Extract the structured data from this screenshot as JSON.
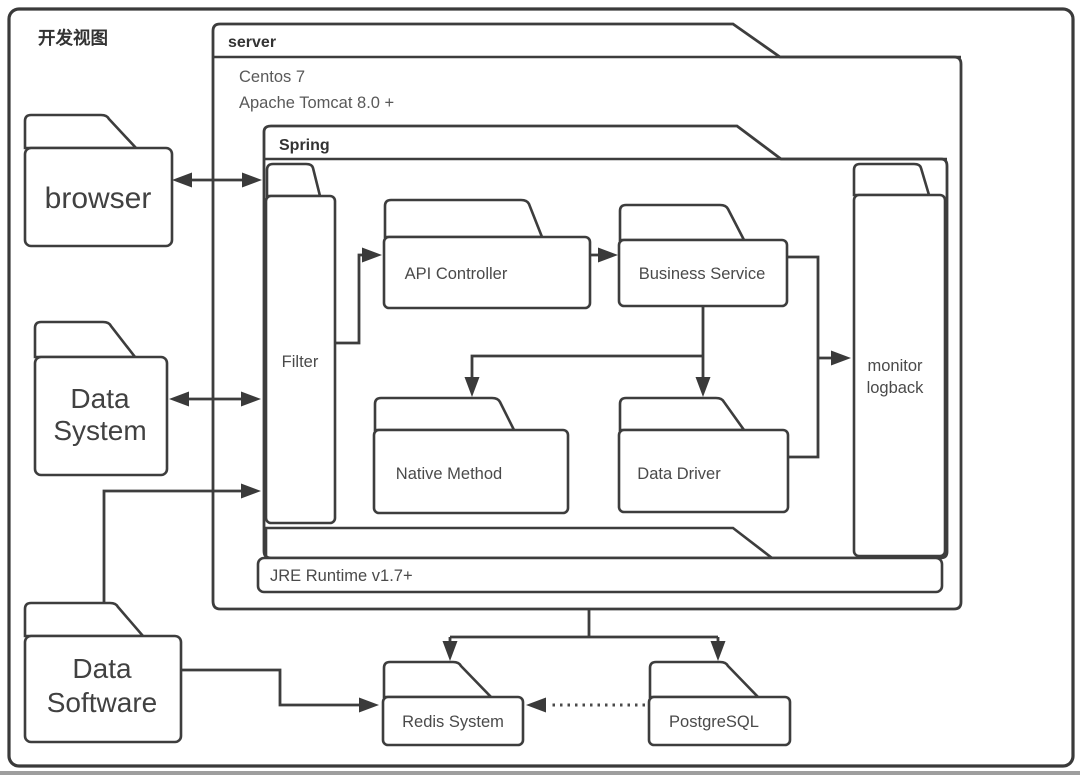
{
  "diagram": {
    "title": "开发视图",
    "server": {
      "label": "server",
      "env": [
        "Centos 7",
        "Apache Tomcat 8.0 +"
      ]
    },
    "spring": {
      "label": "Spring"
    },
    "jre": {
      "label": "JRE Runtime v1.7+"
    },
    "nodes": {
      "browser": {
        "label": "browser"
      },
      "data_system": {
        "lines": [
          "Data",
          "System"
        ]
      },
      "data_software": {
        "lines": [
          "Data",
          "Software"
        ]
      },
      "filter": {
        "label": "Filter"
      },
      "api_controller": {
        "label": "API Controller"
      },
      "business_service": {
        "label": "Business Service"
      },
      "native_method": {
        "label": "Native Method"
      },
      "data_driver": {
        "label": "Data Driver"
      },
      "monitor": {
        "lines": [
          "monitor",
          "logback"
        ]
      },
      "redis": {
        "label": "Redis System"
      },
      "postgresql": {
        "label": "PostgreSQL"
      }
    },
    "edges": [
      {
        "from": "browser",
        "to": "spring-filter",
        "style": "double-arrow"
      },
      {
        "from": "data-system",
        "to": "filter",
        "style": "double-arrow"
      },
      {
        "from": "data-software",
        "to": "filter",
        "style": "arrow"
      },
      {
        "from": "filter",
        "to": "api-controller",
        "style": "arrow"
      },
      {
        "from": "api-controller",
        "to": "business-service",
        "style": "arrow"
      },
      {
        "from": "business-service",
        "to": "native-method",
        "style": "arrow"
      },
      {
        "from": "business-service",
        "to": "data-driver",
        "style": "arrow"
      },
      {
        "from": "business-service-and-data-driver",
        "to": "monitor-logback",
        "style": "arrow"
      },
      {
        "from": "server",
        "to": "redis-system",
        "style": "arrow"
      },
      {
        "from": "server",
        "to": "postgresql",
        "style": "arrow"
      },
      {
        "from": "data-software",
        "to": "redis-system",
        "style": "arrow"
      },
      {
        "from": "postgresql",
        "to": "redis-system",
        "style": "dotted-arrow"
      }
    ],
    "colors": {
      "stroke": "#3d3d3d",
      "background": "#ffffff",
      "text": "#4a4a4a",
      "bottom_strip": "#9e9e9e"
    }
  }
}
